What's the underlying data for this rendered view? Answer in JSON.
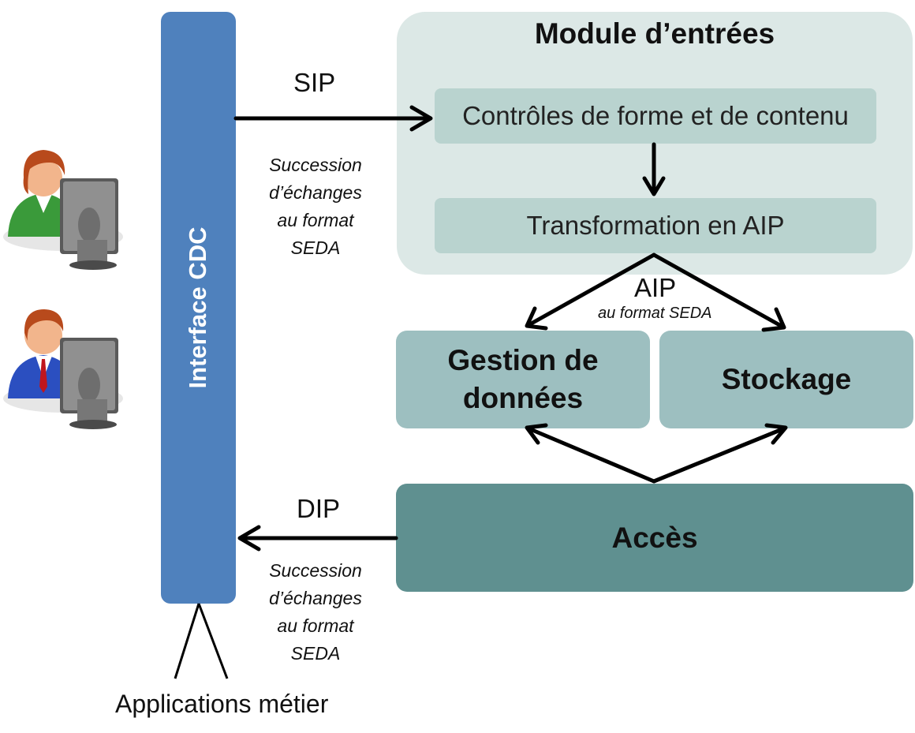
{
  "interface": {
    "label": "Interface CDC"
  },
  "module_entrees": {
    "title": "Module d’entrées",
    "controles": "Contrôles de forme et de contenu",
    "transformation": "Transformation en AIP"
  },
  "components": {
    "gestion_line1": "Gestion de",
    "gestion_line2": "données",
    "stockage": "Stockage",
    "acces": "Accès"
  },
  "flows": {
    "sip": "SIP",
    "dip": "DIP",
    "aip": "AIP",
    "aip_sub": "au format SEDA",
    "note_top": [
      "Succession",
      "d’échanges",
      "au format",
      "SEDA"
    ],
    "note_bottom": [
      "Succession",
      "d’échanges",
      "au format",
      "SEDA"
    ]
  },
  "applications": "Applications métier",
  "colors": {
    "interface_bar": "#4f81bd",
    "module_bg": "#dce8e6",
    "step_box": "#b9d3cf",
    "component_box": "#9dbfc0",
    "acces_box": "#5f9090"
  },
  "icons": [
    "user-woman-computer-icon",
    "user-man-computer-icon"
  ]
}
